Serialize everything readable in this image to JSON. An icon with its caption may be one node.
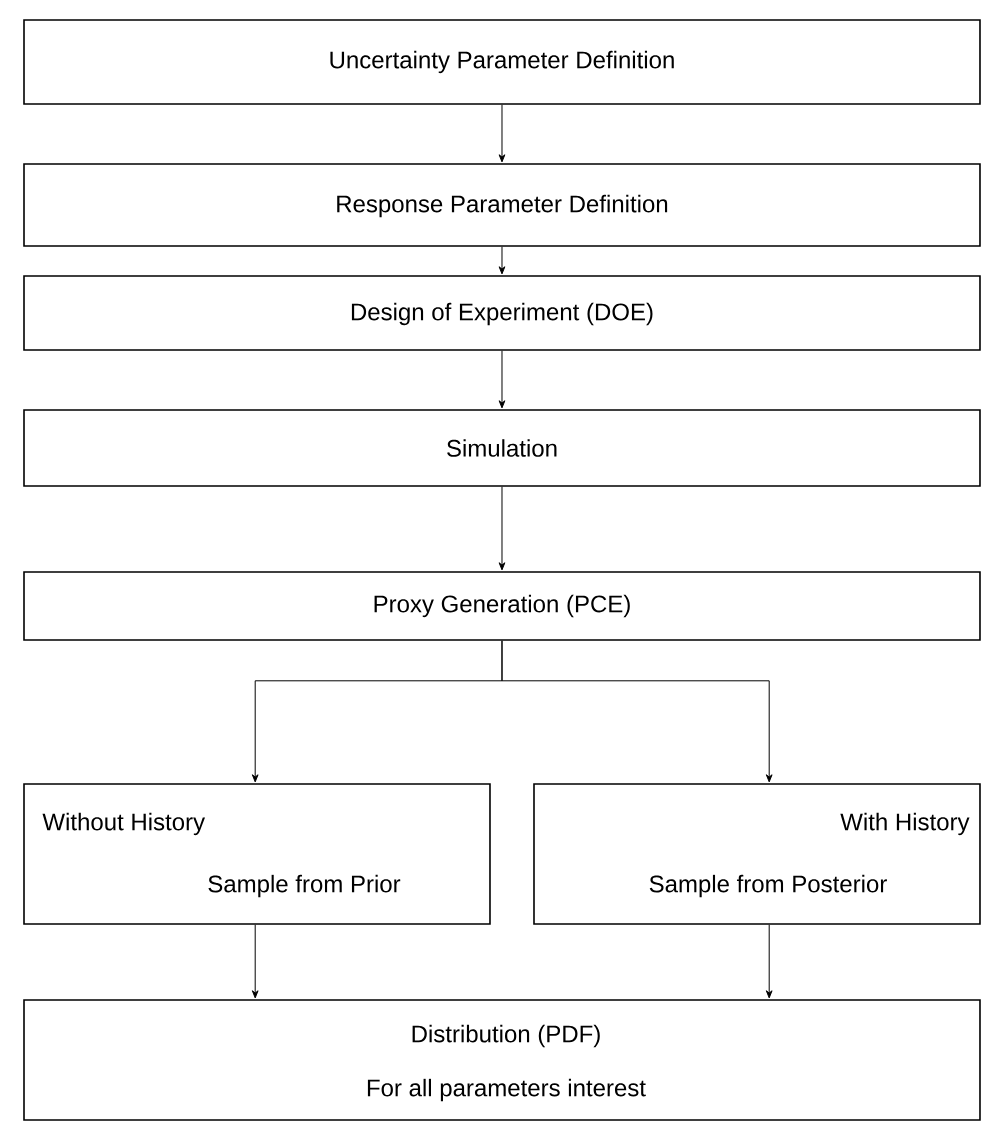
{
  "diagram": {
    "nodes": [
      {
        "text": [
          "Uncertainty Parameter Definition"
        ]
      },
      {
        "text": [
          "Response Parameter Definition"
        ]
      },
      {
        "text": [
          "Design of Experiment (DOE)"
        ]
      },
      {
        "text": [
          "Simulation"
        ]
      },
      {
        "text": [
          "Proxy Generation (PCE)"
        ]
      },
      {
        "text": [
          "Without History",
          "Sample from Prior"
        ]
      },
      {
        "text": [
          "With History",
          "Sample from Posterior"
        ]
      },
      {
        "text": [
          "Distribution (PDF)",
          "For all parameters interest"
        ]
      }
    ],
    "edges": [
      {
        "from": 0,
        "to": 1,
        "arrow": "to"
      },
      {
        "from": 1,
        "to": 2,
        "arrow": "to"
      },
      {
        "from": 2,
        "to": 3,
        "arrow": "to"
      },
      {
        "from": 3,
        "to": 4,
        "arrow": "to"
      },
      {
        "from": 4,
        "to": 5,
        "arrow": "to"
      },
      {
        "from": 4,
        "to": 6,
        "arrow": "to"
      },
      {
        "from": 5,
        "to": 7,
        "arrow": "to"
      },
      {
        "from": 6,
        "to": 7,
        "arrow": "to"
      }
    ]
  }
}
